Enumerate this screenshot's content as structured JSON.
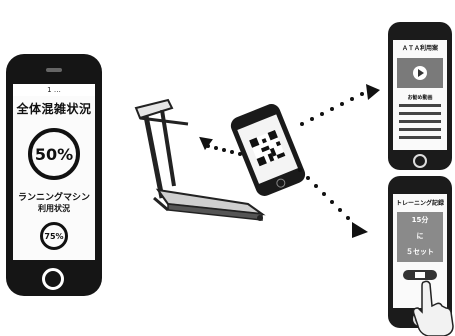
{
  "left_phone": {
    "status_bar": "1 …",
    "title": "全体混雑状況",
    "overall_percent": "50%",
    "subtitle_line1": "ランニングマシン",
    "subtitle_line2": "利用状況",
    "machine_percent": "75%"
  },
  "top_right_phone": {
    "title": "ＡＴＡ利用案",
    "label": "お勧め動画"
  },
  "bottom_right_phone": {
    "title": "トレーニング記録",
    "panel": [
      "15分",
      "に",
      "５セット"
    ]
  },
  "icons": [
    "qr-code-icon",
    "play-icon",
    "treadmill-icon",
    "hand-pointer-icon"
  ],
  "colors": {
    "phone_body": "#151515",
    "screen": "#fbfbfb",
    "panel_gray": "#8a8a8a"
  }
}
